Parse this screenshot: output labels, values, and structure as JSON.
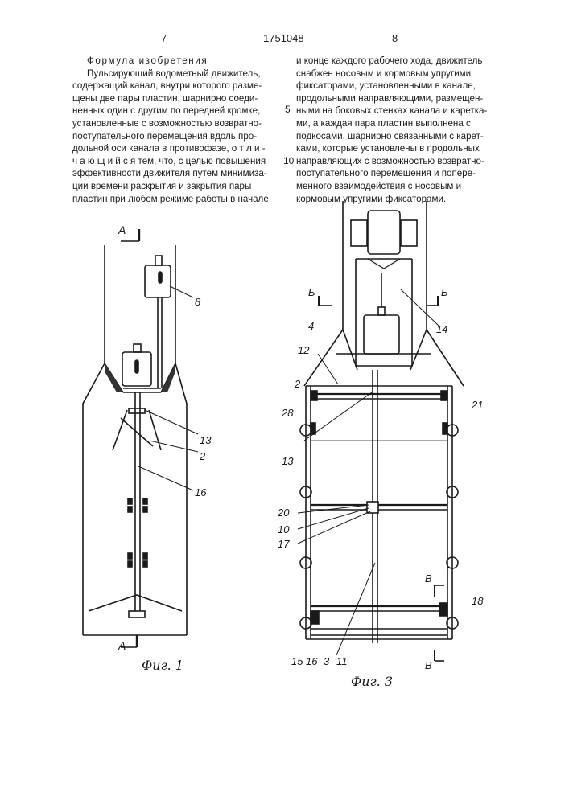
{
  "header": {
    "page_left": "7",
    "patent_number": "1751048",
    "page_right": "8"
  },
  "claims": {
    "title": "Формула изобретения",
    "left_lines": [
      "Пульсирующий водометный движитель,",
      "содержащий канал, внутри которого разме-",
      "щены две пары пластин, шарнирно соеди-",
      "ненных один с другим по передней кромке,",
      "установленные с возможностью возвратно-",
      "поступательного перемещения вдоль про-",
      "дольной оси канала в противофазе, о т л и -",
      "ч а ю щ и й с я тем, что, с целью повышения",
      "эффективности движителя путем минимиза-",
      "ции времени раскрытия и закрытия пары",
      "пластин при любом режиме работы в начале"
    ],
    "right_lines": [
      "и конце каждого рабочего хода, движитель",
      "снабжен носовым и кормовым упругими",
      "фиксаторами, установленными в канале,",
      "продольными направляющими, размещен-",
      "ными на боковых стенках канала и каретка-",
      "ми, а каждая пара пластин выполнена с",
      "подкосами, шарнирно связанными с карет-",
      "ками, которые установлены в продольных",
      "направляющих с возможностью возвратно-",
      "поступательного перемещения и попере-",
      "менного взаимодействия с носовым и",
      "кормовым упругими фиксаторами."
    ],
    "line_number_5": "5",
    "line_number_10": "10"
  },
  "figure1": {
    "caption": "Фиг. 1",
    "section_top": "А",
    "section_bottom": "А",
    "labels": [
      "8",
      "13",
      "2",
      "16"
    ]
  },
  "figure3": {
    "caption": "Фиг. 3",
    "section_b_left": "Б",
    "section_b_right": "Б",
    "section_v_top": "В",
    "section_v_bottom": "В",
    "labels": [
      "4",
      "14",
      "12",
      "2",
      "28",
      "21",
      "13",
      "20",
      "10",
      "17",
      "18",
      "15",
      "16",
      "3",
      "11"
    ]
  }
}
